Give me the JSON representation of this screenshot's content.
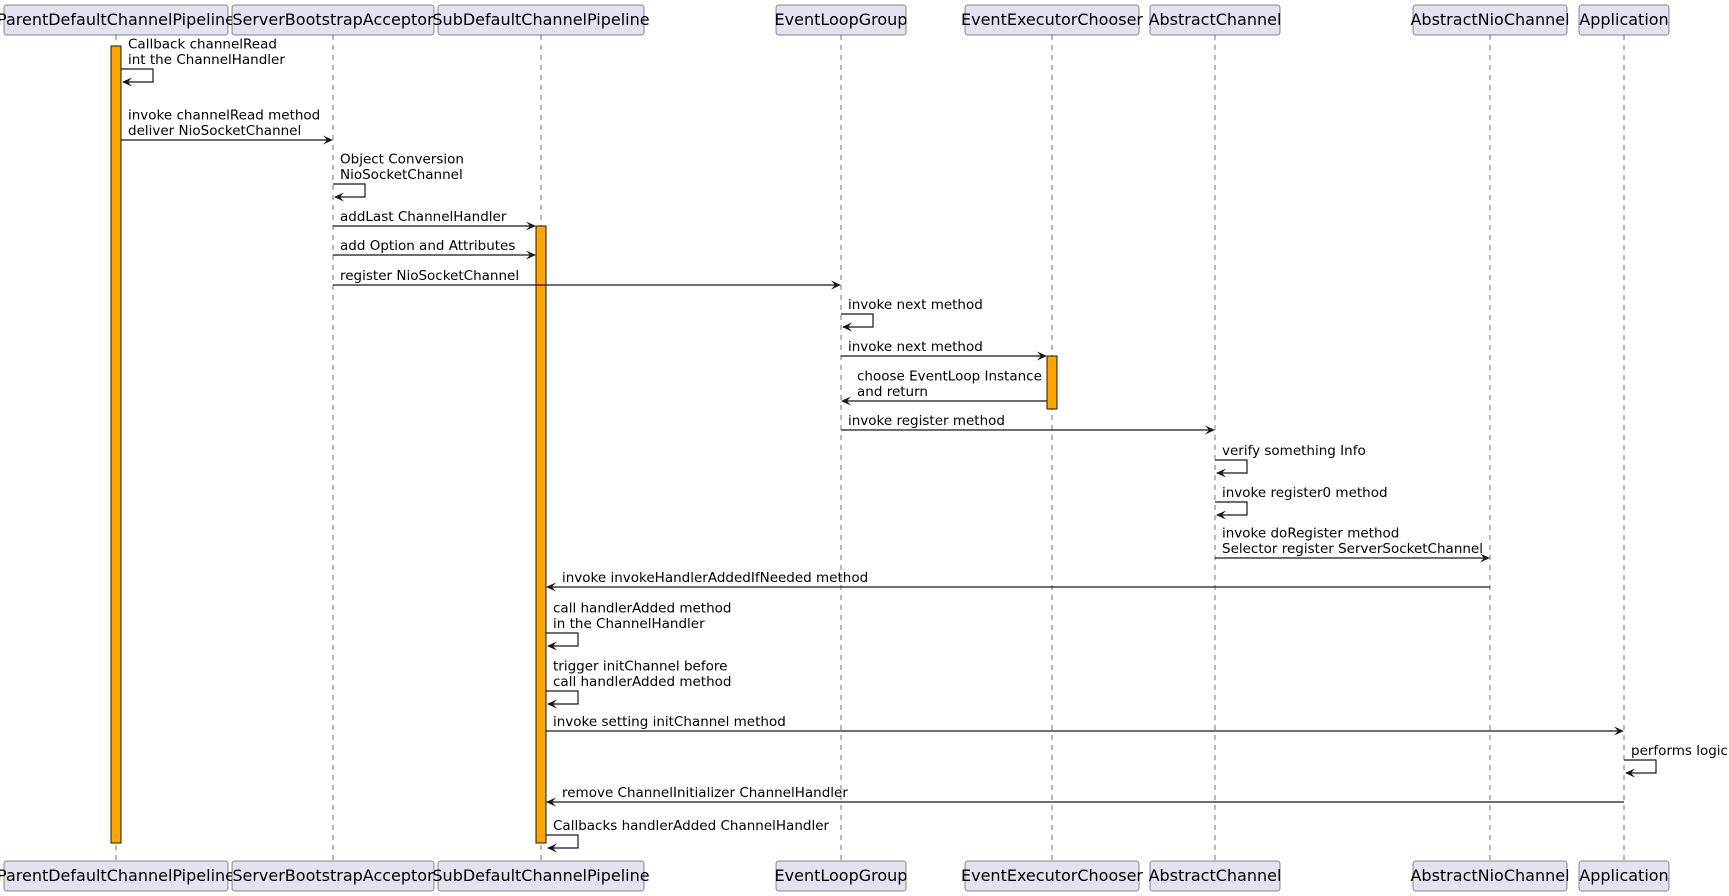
{
  "diagram": {
    "type": "sequence",
    "participants": [
      "ParentDefaultChannelPipeline",
      "ServerBootstrapAcceptor",
      "SubDefaultChannelPipeline",
      "EventLoopGroup",
      "EventExecutorChooser",
      "AbstractChannel",
      "AbstractNioChannel",
      "Application"
    ],
    "colors": {
      "participant_fill": "#E2E2F0",
      "participant_border": "#181818",
      "activation_fill": "#FFA500",
      "line": "#181818",
      "text": "#000000"
    },
    "messages": [
      {
        "from": 0,
        "to": 0,
        "lines": [
          "Callback channelRead",
          "int the ChannelHandler"
        ]
      },
      {
        "from": 0,
        "to": 1,
        "lines": [
          "invoke channelRead method",
          " deliver NioSocketChannel"
        ]
      },
      {
        "from": 1,
        "to": 1,
        "lines": [
          "Object Conversion",
          "NioSocketChannel"
        ]
      },
      {
        "from": 1,
        "to": 2,
        "lines": [
          "addLast ChannelHandler"
        ]
      },
      {
        "from": 1,
        "to": 2,
        "lines": [
          "add Option and Attributes"
        ]
      },
      {
        "from": 1,
        "to": 3,
        "lines": [
          "register NioSocketChannel"
        ]
      },
      {
        "from": 3,
        "to": 3,
        "lines": [
          "invoke next method"
        ]
      },
      {
        "from": 3,
        "to": 4,
        "lines": [
          "invoke next method"
        ]
      },
      {
        "from": 4,
        "to": 3,
        "lines": [
          "choose EventLoop Instance",
          "and return"
        ]
      },
      {
        "from": 3,
        "to": 5,
        "lines": [
          "invoke register method"
        ]
      },
      {
        "from": 5,
        "to": 5,
        "lines": [
          "verify something Info"
        ]
      },
      {
        "from": 5,
        "to": 5,
        "lines": [
          "invoke register0 method"
        ]
      },
      {
        "from": 5,
        "to": 6,
        "lines": [
          "invoke doRegister method",
          "Selector register ServerSocketChannel"
        ]
      },
      {
        "from": 6,
        "to": 2,
        "lines": [
          "invoke invokeHandlerAddedIfNeeded method"
        ]
      },
      {
        "from": 2,
        "to": 2,
        "lines": [
          "call handlerAdded method",
          "in the ChannelHandler"
        ]
      },
      {
        "from": 2,
        "to": 2,
        "lines": [
          "trigger initChannel before",
          "call handlerAdded method"
        ]
      },
      {
        "from": 2,
        "to": 7,
        "lines": [
          "invoke setting initChannel method"
        ]
      },
      {
        "from": 7,
        "to": 7,
        "lines": [
          "performs logic"
        ]
      },
      {
        "from": 7,
        "to": 2,
        "lines": [
          "remove ChannelInitializer ChannelHandler"
        ]
      },
      {
        "from": 2,
        "to": 2,
        "lines": [
          "Callbacks handlerAdded ChannelHandler"
        ]
      }
    ],
    "activations": [
      {
        "participant": 0,
        "from_message": 0,
        "to_message": 19
      },
      {
        "participant": 2,
        "from_message": 3,
        "to_message": 19
      },
      {
        "participant": 4,
        "from_message": 7,
        "to_message": 8
      }
    ]
  }
}
